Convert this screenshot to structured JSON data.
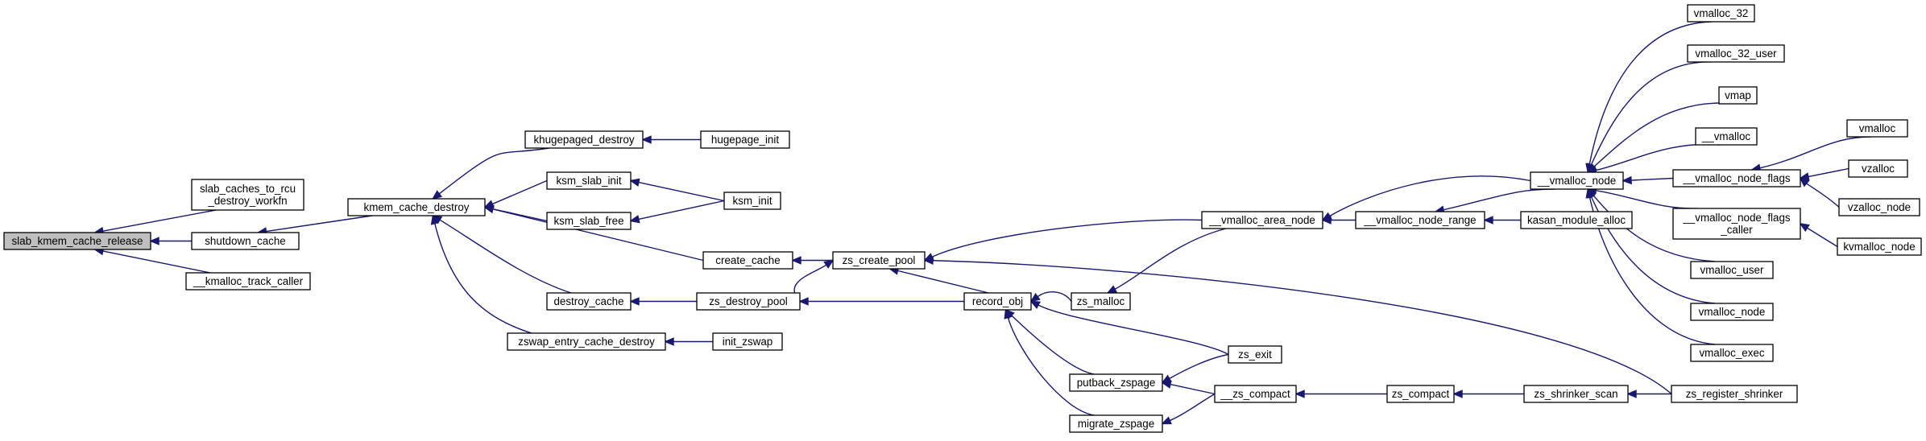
{
  "graph": {
    "colors": {
      "edge": "#191970",
      "root_fill": "#bfbfbf",
      "node_fill": "#ffffff",
      "border": "#000000"
    },
    "nodes": {
      "slab_kmem_cache_release": {
        "lines": [
          "slab_kmem_cache_release"
        ],
        "root": true
      },
      "slab_caches_to_rcu_destroy_workfn": {
        "lines": [
          "slab_caches_to_rcu",
          "_destroy_workfn"
        ]
      },
      "shutdown_cache": {
        "lines": [
          "shutdown_cache"
        ]
      },
      "__kmalloc_track_caller": {
        "lines": [
          "__kmalloc_track_caller"
        ]
      },
      "kmem_cache_destroy": {
        "lines": [
          "kmem_cache_destroy"
        ]
      },
      "khugepaged_destroy": {
        "lines": [
          "khugepaged_destroy"
        ]
      },
      "hugepage_init": {
        "lines": [
          "hugepage_init"
        ]
      },
      "ksm_slab_init": {
        "lines": [
          "ksm_slab_init"
        ]
      },
      "ksm_slab_free": {
        "lines": [
          "ksm_slab_free"
        ]
      },
      "ksm_init": {
        "lines": [
          "ksm_init"
        ]
      },
      "create_cache": {
        "lines": [
          "create_cache"
        ]
      },
      "destroy_cache": {
        "lines": [
          "destroy_cache"
        ]
      },
      "zswap_entry_cache_destroy": {
        "lines": [
          "zswap_entry_cache_destroy"
        ]
      },
      "init_zswap": {
        "lines": [
          "init_zswap"
        ]
      },
      "zs_create_pool": {
        "lines": [
          "zs_create_pool"
        ]
      },
      "zs_destroy_pool": {
        "lines": [
          "zs_destroy_pool"
        ]
      },
      "record_obj": {
        "lines": [
          "record_obj"
        ]
      },
      "zs_malloc": {
        "lines": [
          "zs_malloc"
        ]
      },
      "putback_zspage": {
        "lines": [
          "putback_zspage"
        ]
      },
      "migrate_zspage": {
        "lines": [
          "migrate_zspage"
        ]
      },
      "__vmalloc_area_node": {
        "lines": [
          "__vmalloc_area_node"
        ]
      },
      "zs_exit": {
        "lines": [
          "zs_exit"
        ]
      },
      "__zs_compact": {
        "lines": [
          "__zs_compact"
        ]
      },
      "__vmalloc_node_range": {
        "lines": [
          "__vmalloc_node_range"
        ]
      },
      "zs_compact": {
        "lines": [
          "zs_compact"
        ]
      },
      "__vmalloc_node": {
        "lines": [
          "__vmalloc_node"
        ]
      },
      "kasan_module_alloc": {
        "lines": [
          "kasan_module_alloc"
        ]
      },
      "zs_shrinker_scan": {
        "lines": [
          "zs_shrinker_scan"
        ]
      },
      "zs_register_shrinker": {
        "lines": [
          "zs_register_shrinker"
        ]
      },
      "vmalloc_32": {
        "lines": [
          "vmalloc_32"
        ]
      },
      "vmalloc_32_user": {
        "lines": [
          "vmalloc_32_user"
        ]
      },
      "vmap": {
        "lines": [
          "vmap"
        ]
      },
      "__vmalloc": {
        "lines": [
          "__vmalloc"
        ]
      },
      "__vmalloc_node_flags": {
        "lines": [
          "__vmalloc_node_flags"
        ]
      },
      "__vmalloc_node_flags_caller": {
        "lines": [
          "__vmalloc_node_flags",
          "_caller"
        ]
      },
      "vmalloc_user": {
        "lines": [
          "vmalloc_user"
        ]
      },
      "vmalloc_node": {
        "lines": [
          "vmalloc_node"
        ]
      },
      "vmalloc_exec": {
        "lines": [
          "vmalloc_exec"
        ]
      },
      "vmalloc": {
        "lines": [
          "vmalloc"
        ]
      },
      "vzalloc": {
        "lines": [
          "vzalloc"
        ]
      },
      "vzalloc_node": {
        "lines": [
          "vzalloc_node"
        ]
      },
      "kvmalloc_node": {
        "lines": [
          "kvmalloc_node"
        ]
      }
    },
    "edges": [
      [
        "slab_caches_to_rcu_destroy_workfn",
        "slab_kmem_cache_release"
      ],
      [
        "shutdown_cache",
        "slab_kmem_cache_release"
      ],
      [
        "__kmalloc_track_caller",
        "slab_kmem_cache_release"
      ],
      [
        "kmem_cache_destroy",
        "shutdown_cache"
      ],
      [
        "khugepaged_destroy",
        "kmem_cache_destroy"
      ],
      [
        "ksm_slab_init",
        "kmem_cache_destroy"
      ],
      [
        "ksm_slab_free",
        "kmem_cache_destroy"
      ],
      [
        "create_cache",
        "kmem_cache_destroy"
      ],
      [
        "destroy_cache",
        "kmem_cache_destroy"
      ],
      [
        "zswap_entry_cache_destroy",
        "kmem_cache_destroy"
      ],
      [
        "hugepage_init",
        "khugepaged_destroy"
      ],
      [
        "ksm_init",
        "ksm_slab_init"
      ],
      [
        "ksm_init",
        "ksm_slab_free"
      ],
      [
        "init_zswap",
        "zswap_entry_cache_destroy"
      ],
      [
        "zs_create_pool",
        "create_cache"
      ],
      [
        "zs_destroy_pool",
        "destroy_cache"
      ],
      [
        "zs_destroy_pool",
        "zs_create_pool"
      ],
      [
        "record_obj",
        "zs_create_pool"
      ],
      [
        "record_obj",
        "zs_destroy_pool"
      ],
      [
        "zs_malloc",
        "record_obj"
      ],
      [
        "putback_zspage",
        "record_obj"
      ],
      [
        "migrate_zspage",
        "record_obj"
      ],
      [
        "zs_exit",
        "record_obj"
      ],
      [
        "__vmalloc_area_node",
        "zs_create_pool"
      ],
      [
        "__vmalloc_area_node",
        "zs_malloc"
      ],
      [
        "zs_register_shrinker",
        "zs_create_pool"
      ],
      [
        "zs_exit",
        "putback_zspage"
      ],
      [
        "__zs_compact",
        "putback_zspage"
      ],
      [
        "__zs_compact",
        "migrate_zspage"
      ],
      [
        "zs_compact",
        "__zs_compact"
      ],
      [
        "zs_shrinker_scan",
        "zs_compact"
      ],
      [
        "zs_register_shrinker",
        "zs_shrinker_scan"
      ],
      [
        "__vmalloc_node_range",
        "__vmalloc_area_node"
      ],
      [
        "__vmalloc_node",
        "__vmalloc_area_node"
      ],
      [
        "kasan_module_alloc",
        "__vmalloc_node_range"
      ],
      [
        "__vmalloc_node",
        "__vmalloc_node_range"
      ],
      [
        "vmalloc_32",
        "__vmalloc_node"
      ],
      [
        "vmalloc_32_user",
        "__vmalloc_node"
      ],
      [
        "vmap",
        "__vmalloc_node"
      ],
      [
        "__vmalloc",
        "__vmalloc_node"
      ],
      [
        "__vmalloc_node_flags",
        "__vmalloc_node"
      ],
      [
        "__vmalloc_node_flags_caller",
        "__vmalloc_node"
      ],
      [
        "vmalloc_user",
        "__vmalloc_node"
      ],
      [
        "vmalloc_node",
        "__vmalloc_node"
      ],
      [
        "vmalloc_exec",
        "__vmalloc_node"
      ],
      [
        "vmalloc",
        "__vmalloc_node_flags"
      ],
      [
        "vzalloc",
        "__vmalloc_node_flags"
      ],
      [
        "vzalloc_node",
        "__vmalloc_node_flags"
      ],
      [
        "kvmalloc_node",
        "__vmalloc_node_flags_caller"
      ]
    ]
  }
}
